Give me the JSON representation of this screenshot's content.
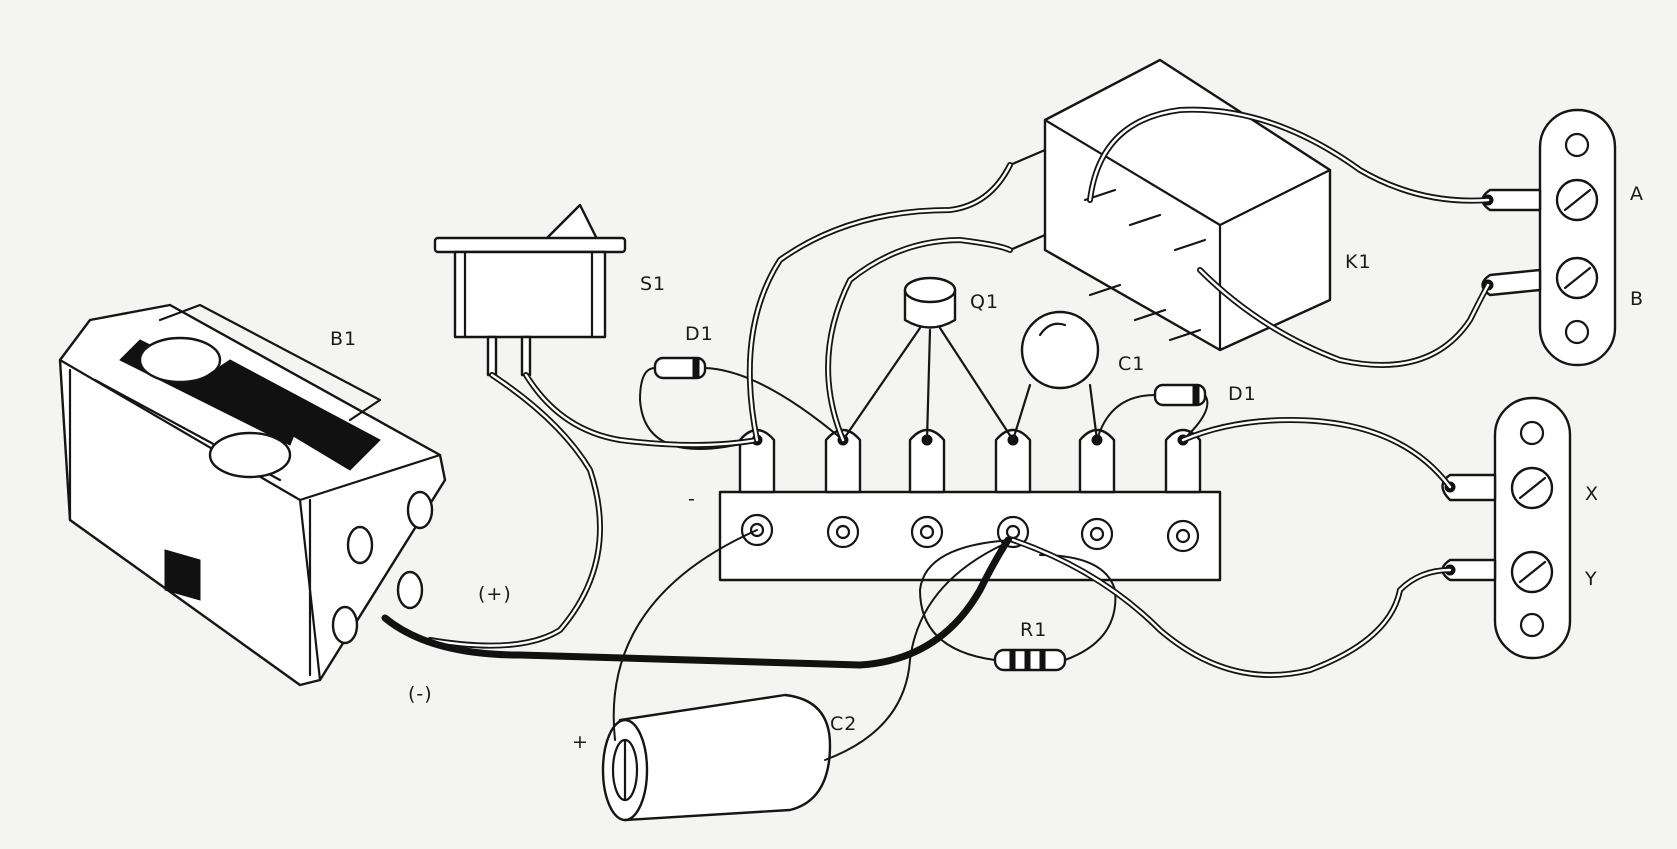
{
  "labels": {
    "battery": "B1",
    "battery_pos": "(+)",
    "battery_neg": "(-)",
    "switch": "S1",
    "diode_left": "D1",
    "diode_right": "D1",
    "transistor": "Q1",
    "cap_small": "C1",
    "relay": "K1",
    "terminal_a": "A",
    "terminal_b": "B",
    "terminal_x": "X",
    "terminal_y": "Y",
    "resistor": "R1",
    "cap_large": "C2",
    "cap_large_pos": "+",
    "strip_minus": "-"
  },
  "colors": {
    "ink": "#151515",
    "paper": "#f4f4f2"
  }
}
